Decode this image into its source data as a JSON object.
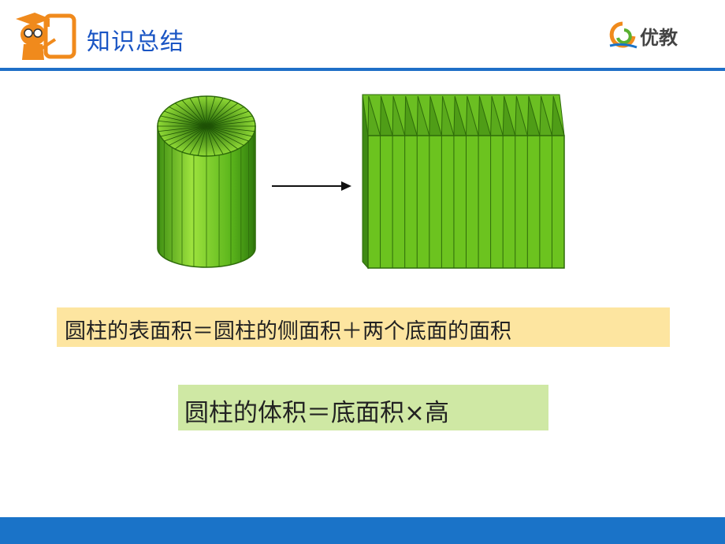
{
  "header": {
    "title": "知识总结",
    "logo_text": "优教"
  },
  "formulas": {
    "surface_area": "圆柱的表面积＝圆柱的侧面积＋两个底面的面积",
    "volume": "圆柱的体积＝底面积×高"
  },
  "icons": {
    "mascot": "teacher-mascot-icon",
    "logo": "youjiao-logo-icon",
    "arrow": "right-arrow-icon"
  },
  "colors": {
    "title": "#1a55c4",
    "header_line": "#1f6fc7",
    "footer": "#1a73c8",
    "formula1_bg": "#fde5a0",
    "formula2_bg": "#cfe8a4",
    "shape_green": "#6cc31f"
  }
}
